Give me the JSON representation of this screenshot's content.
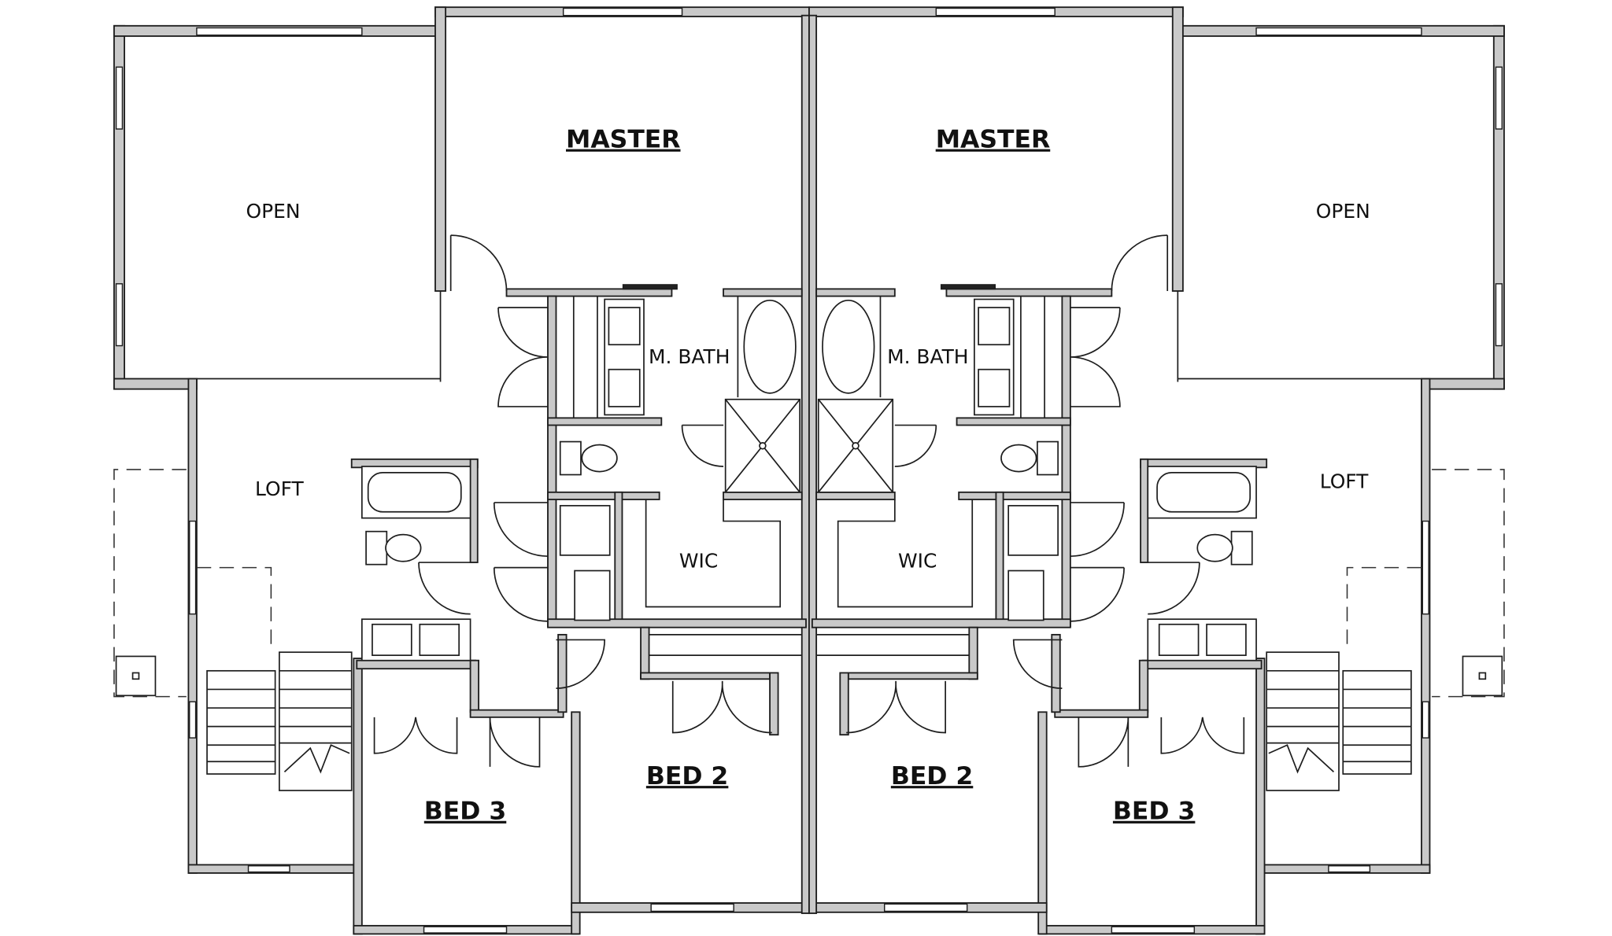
{
  "plan": {
    "left_unit": {
      "master": "MASTER",
      "open": "OPEN",
      "m_bath": "M. BATH",
      "loft": "LOFT",
      "wic": "WIC",
      "bed_2": "BED 2",
      "bed_3": "BED 3"
    },
    "right_unit": {
      "master": "MASTER",
      "open": "OPEN",
      "m_bath": "M. BATH",
      "loft": "LOFT",
      "wic": "WIC",
      "bed_2": "BED 2",
      "bed_3": "BED 3"
    }
  },
  "colors": {
    "wall_fill": "#c9c9c9",
    "line": "#1e1e1e",
    "background": "#ffffff"
  }
}
